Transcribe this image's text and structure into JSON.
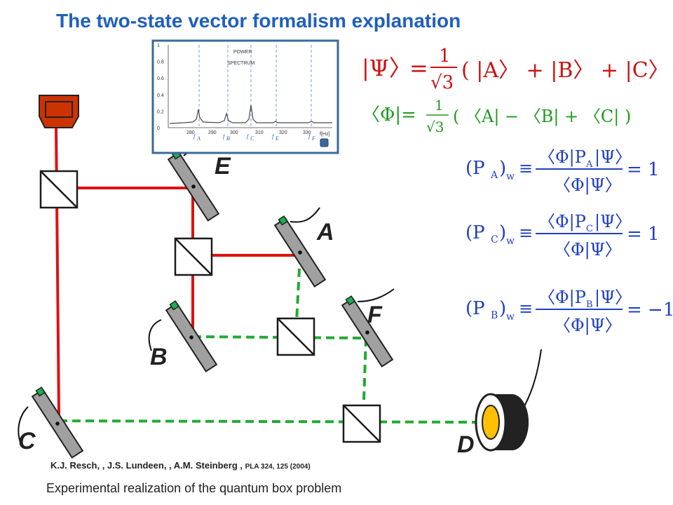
{
  "title": "The two-state vector formalism explanation",
  "reference": {
    "authors": "K.J. Resch, , J.S. Lundeen, , A.M. Steinberg ,",
    "journal": "PLA 324, 125 (2004)"
  },
  "caption": "Experimental realization of the quantum box problem",
  "labels": {
    "A": "A",
    "B": "B",
    "C": "C",
    "D": "D",
    "E": "E",
    "F": "F"
  },
  "inset": {
    "title_line1": "POWER",
    "title_line2": "SPECTRUM",
    "yticks": [
      "1",
      "0.8",
      "0.6",
      "0.4",
      "0.2",
      "0"
    ],
    "xticks": [
      "280",
      "290",
      "300",
      "310",
      "320",
      "330"
    ],
    "xunit": "f[Hz]",
    "freq_labels": [
      "f",
      "f",
      "f",
      "f",
      "f"
    ],
    "freq_subs": [
      "A",
      "B",
      "C",
      "E",
      "F"
    ]
  },
  "equations": {
    "psi": {
      "color": "#cc1111",
      "ket_left": "|Ψ〉",
      "coef_num": "1",
      "coef_den": "√3",
      "body": "( |A〉 + |B〉 + |C〉 )"
    },
    "phi": {
      "color": "#1f9a1f",
      "bra_left": "〈Φ|",
      "coef_num": "1",
      "coef_den": "√3",
      "body": "( 〈A| − 〈B| + 〈C| )"
    },
    "pa": {
      "color": "#1f3fbf",
      "lhs": "(P",
      "sub": "A",
      "lhs_end": ")",
      "w": "w",
      "equiv": "≡",
      "num_open": "〈Φ|P",
      "num_sub": "A",
      "num_close": "|Ψ〉",
      "den": "〈Φ|Ψ〉",
      "rhs": "= 1"
    },
    "pc": {
      "color": "#1f3fbf",
      "lhs": "(P",
      "sub": "C",
      "lhs_end": ")",
      "w": "w",
      "equiv": "≡",
      "num_open": "〈Φ|P",
      "num_sub": "C",
      "num_close": "|Ψ〉",
      "den": "〈Φ|Ψ〉",
      "rhs": "= 1"
    },
    "pb": {
      "color": "#1f3fbf",
      "lhs": "(P",
      "sub": "B",
      "lhs_end": ")",
      "w": "w",
      "equiv": "≡",
      "num_open": "〈Φ|P",
      "num_sub": "B",
      "num_close": "|Ψ〉",
      "den": "〈Φ|Ψ〉",
      "rhs": "= −1"
    }
  },
  "colors": {
    "beam_red": "#e01010",
    "beam_green": "#22aa33",
    "laser": "#cc3300",
    "mirror": "#a0a0a0",
    "detector": "#222222",
    "detector_face": "#ffc000",
    "inset_border": "#3a6a9a",
    "inset_line": "#4a4a4a",
    "dash_line": "#6f8fd0"
  },
  "icons": [
    "laser-source-icon",
    "beam-splitter-icon",
    "mirror-icon",
    "detector-icon",
    "inset-button-icon"
  ]
}
